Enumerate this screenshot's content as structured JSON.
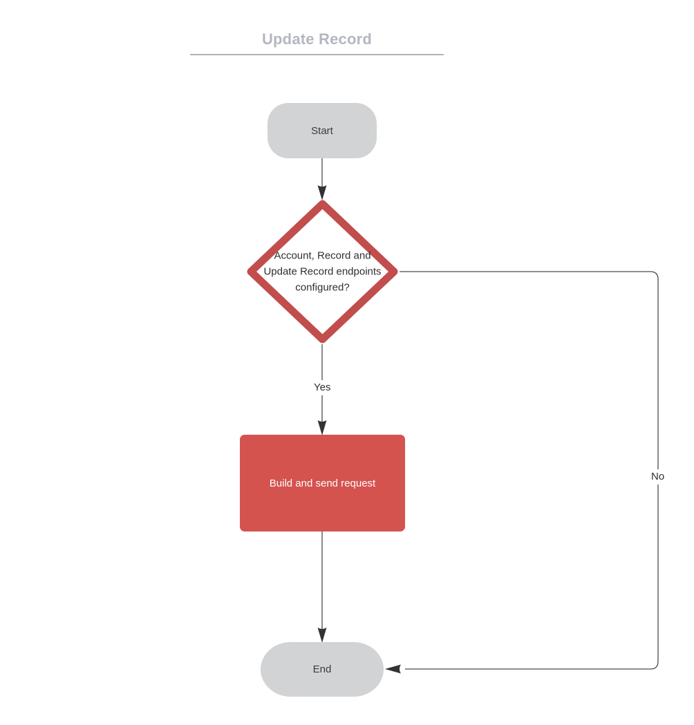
{
  "diagram": {
    "title": "Update Record",
    "kind": "flowchart",
    "colors": {
      "terminator_fill": "#d2d3d5",
      "terminator_text": "#3b3b3d",
      "decision_stroke": "#c14d4c",
      "decision_fill": "#ffffff",
      "process_fill": "#d4534f",
      "process_text": "#ffffff",
      "connector_stroke": "#4a4a4c",
      "title_text": "#b3b7c0",
      "rule": "#b0b4bd",
      "background": "#ffffff"
    },
    "nodes": [
      {
        "id": "start",
        "shape": "terminator",
        "label": "Start"
      },
      {
        "id": "decision",
        "shape": "diamond",
        "label": "Account, Record and\nUpdate Record endpoints\nconfigured?"
      },
      {
        "id": "process",
        "shape": "rectangle",
        "label": "Build and send request"
      },
      {
        "id": "end",
        "shape": "terminator",
        "label": "End"
      }
    ],
    "edges": [
      {
        "id": "start-to-decision",
        "from": "start",
        "to": "decision",
        "label": ""
      },
      {
        "id": "decision-yes-to-process",
        "from": "decision",
        "to": "process",
        "label": "Yes"
      },
      {
        "id": "process-to-end",
        "from": "process",
        "to": "end",
        "label": ""
      },
      {
        "id": "decision-no-to-end",
        "from": "decision",
        "to": "end",
        "label": "No"
      }
    ]
  }
}
